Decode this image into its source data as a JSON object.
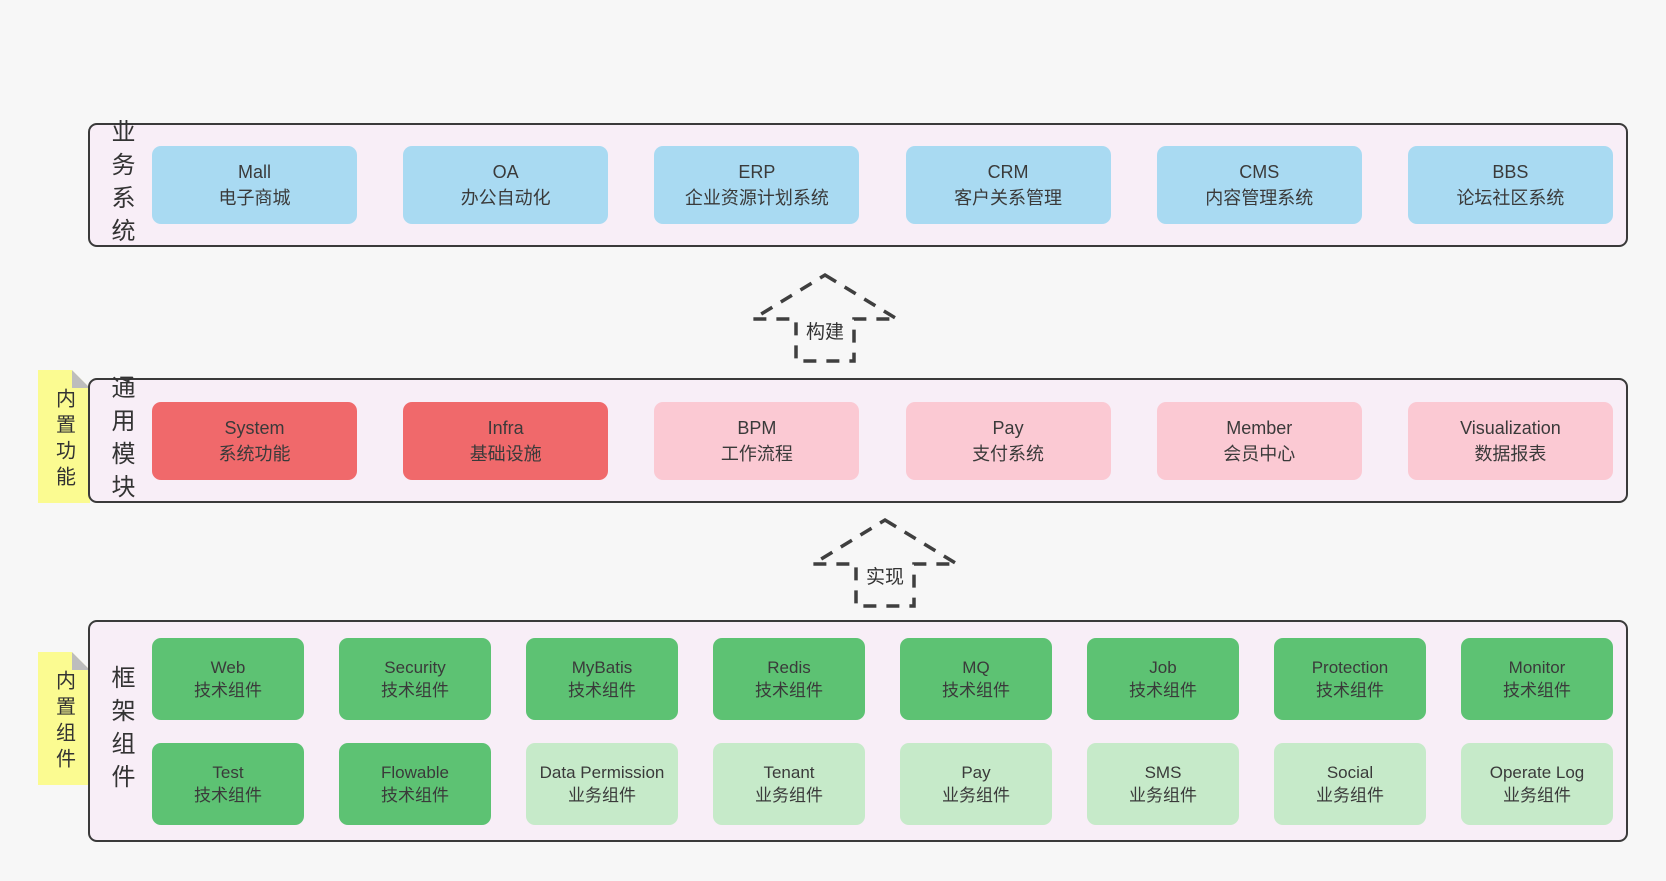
{
  "stickies": [
    {
      "text": "内置功能"
    },
    {
      "text": "内置组件"
    }
  ],
  "arrows": [
    {
      "label": "构建"
    },
    {
      "label": "实现"
    }
  ],
  "bands": [
    {
      "label": "业务系统",
      "boxes": [
        {
          "title": "Mall",
          "subtitle": "电子商城"
        },
        {
          "title": "OA",
          "subtitle": "办公自动化"
        },
        {
          "title": "ERP",
          "subtitle": "企业资源计划系统"
        },
        {
          "title": "CRM",
          "subtitle": "客户关系管理"
        },
        {
          "title": "CMS",
          "subtitle": "内容管理系统"
        },
        {
          "title": "BBS",
          "subtitle": "论坛社区系统"
        }
      ]
    },
    {
      "label": "通用模块",
      "boxes": [
        {
          "title": "System",
          "subtitle": "系统功能"
        },
        {
          "title": "Infra",
          "subtitle": "基础设施"
        },
        {
          "title": "BPM",
          "subtitle": "工作流程"
        },
        {
          "title": "Pay",
          "subtitle": "支付系统"
        },
        {
          "title": "Member",
          "subtitle": "会员中心"
        },
        {
          "title": "Visualization",
          "subtitle": "数据报表"
        }
      ]
    },
    {
      "label": "框架组件",
      "rows": [
        [
          {
            "title": "Web",
            "subtitle": "技术组件"
          },
          {
            "title": "Security",
            "subtitle": "技术组件"
          },
          {
            "title": "MyBatis",
            "subtitle": "技术组件"
          },
          {
            "title": "Redis",
            "subtitle": "技术组件"
          },
          {
            "title": "MQ",
            "subtitle": "技术组件"
          },
          {
            "title": "Job",
            "subtitle": "技术组件"
          },
          {
            "title": "Protection",
            "subtitle": "技术组件"
          },
          {
            "title": "Monitor",
            "subtitle": "技术组件"
          }
        ],
        [
          {
            "title": "Test",
            "subtitle": "技术组件"
          },
          {
            "title": "Flowable",
            "subtitle": "技术组件"
          },
          {
            "title": "Data Permission",
            "subtitle": "业务组件"
          },
          {
            "title": "Tenant",
            "subtitle": "业务组件"
          },
          {
            "title": "Pay",
            "subtitle": "业务组件"
          },
          {
            "title": "SMS",
            "subtitle": "业务组件"
          },
          {
            "title": "Social",
            "subtitle": "业务组件"
          },
          {
            "title": "Operate Log",
            "subtitle": "业务组件"
          }
        ]
      ]
    }
  ],
  "colors": {
    "page_bg": "#f7f7f7",
    "band_bg": "#f8eef7",
    "band_border": "#3a3a3a",
    "blue": "#a9daf2",
    "red": "#f0696b",
    "pink": "#fbc9d3",
    "green": "#5dc273",
    "light_green": "#c6eac9",
    "sticky_yellow": "#fbfb91",
    "sticky_fold": "#bdbdbd",
    "text": "#3a3a3a"
  }
}
